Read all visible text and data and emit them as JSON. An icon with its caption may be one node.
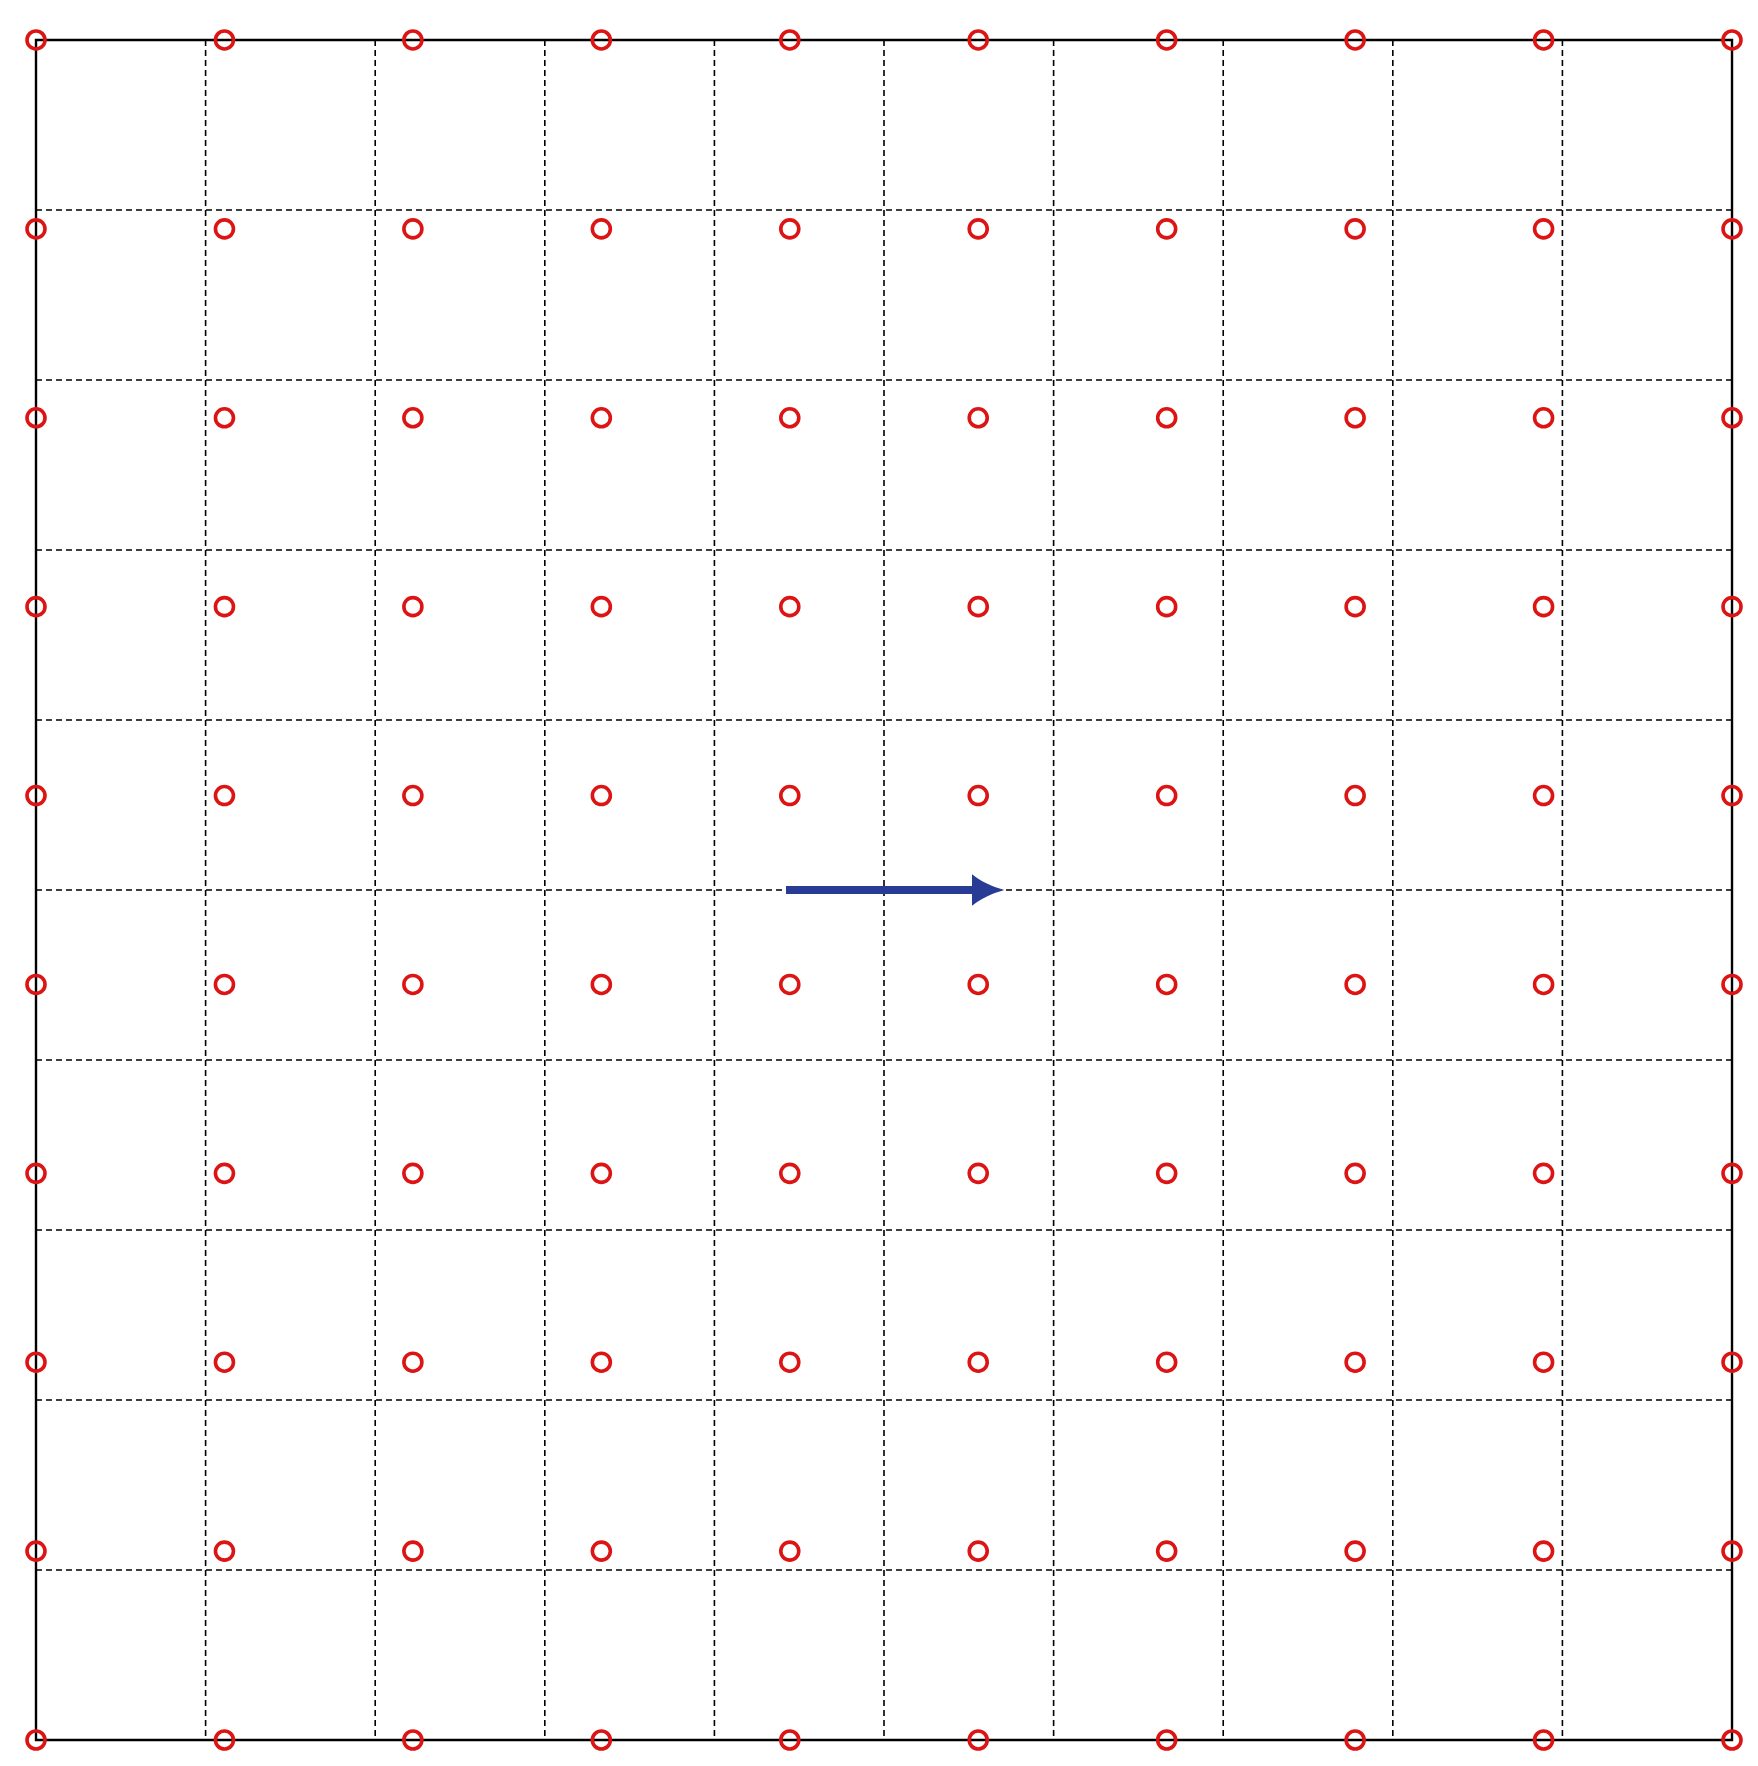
{
  "diagram": {
    "nodes": [
      {
        "text": [],
        "shape": "circle"
      },
      {
        "text": [],
        "shape": "circle"
      },
      {
        "text": [],
        "shape": "circle"
      },
      {
        "text": [],
        "shape": "circle"
      },
      {
        "text": [],
        "shape": "circle"
      },
      {
        "text": [],
        "shape": "circle"
      },
      {
        "text": [],
        "shape": "circle"
      },
      {
        "text": [],
        "shape": "circle"
      },
      {
        "text": [],
        "shape": "circle"
      },
      {
        "text": [],
        "shape": "circle"
      },
      {
        "text": [],
        "shape": "circle"
      },
      {
        "text": [],
        "shape": "circle"
      },
      {
        "text": [],
        "shape": "circle"
      },
      {
        "text": [],
        "shape": "circle"
      },
      {
        "text": [],
        "shape": "circle"
      },
      {
        "text": [],
        "shape": "circle"
      },
      {
        "text": [],
        "shape": "circle"
      },
      {
        "text": [],
        "shape": "circle"
      },
      {
        "text": [],
        "shape": "circle"
      },
      {
        "text": [],
        "shape": "circle"
      },
      {
        "text": [],
        "shape": "circle"
      },
      {
        "text": [],
        "shape": "circle"
      },
      {
        "text": [],
        "shape": "circle"
      },
      {
        "text": [],
        "shape": "circle"
      },
      {
        "text": [],
        "shape": "circle"
      },
      {
        "text": [],
        "shape": "circle"
      },
      {
        "text": [],
        "shape": "circle"
      },
      {
        "text": [],
        "shape": "circle"
      },
      {
        "text": [],
        "shape": "circle"
      },
      {
        "text": [],
        "shape": "circle"
      },
      {
        "text": [],
        "shape": "circle"
      },
      {
        "text": [],
        "shape": "circle"
      },
      {
        "text": [],
        "shape": "circle"
      },
      {
        "text": [],
        "shape": "circle"
      },
      {
        "text": [],
        "shape": "circle"
      },
      {
        "text": [],
        "shape": "circle"
      },
      {
        "text": [],
        "shape": "circle"
      },
      {
        "text": [],
        "shape": "circle"
      },
      {
        "text": [],
        "shape": "circle"
      },
      {
        "text": [],
        "shape": "circle"
      },
      {
        "text": [],
        "shape": "circle"
      },
      {
        "text": [],
        "shape": "circle"
      },
      {
        "text": [],
        "shape": "circle"
      },
      {
        "text": [],
        "shape": "circle"
      },
      {
        "text": [],
        "shape": "circle"
      },
      {
        "text": [],
        "shape": "circle"
      },
      {
        "text": [],
        "shape": "circle"
      },
      {
        "text": [],
        "shape": "circle"
      },
      {
        "text": [],
        "shape": "circle"
      },
      {
        "text": [],
        "shape": "circle"
      },
      {
        "text": [],
        "shape": "circle"
      },
      {
        "text": [],
        "shape": "circle"
      },
      {
        "text": [],
        "shape": "circle"
      },
      {
        "text": [],
        "shape": "circle"
      },
      {
        "text": [],
        "shape": "circle"
      },
      {
        "text": [],
        "shape": "circle"
      },
      {
        "text": [],
        "shape": "circle"
      },
      {
        "text": [],
        "shape": "circle"
      },
      {
        "text": [],
        "shape": "circle"
      },
      {
        "text": [],
        "shape": "circle"
      },
      {
        "text": [],
        "shape": "circle"
      },
      {
        "text": [],
        "shape": "circle"
      },
      {
        "text": [],
        "shape": "circle"
      },
      {
        "text": [],
        "shape": "circle"
      },
      {
        "text": [],
        "shape": "circle"
      },
      {
        "text": [],
        "shape": "circle"
      },
      {
        "text": [],
        "shape": "circle"
      },
      {
        "text": [],
        "shape": "circle"
      },
      {
        "text": [],
        "shape": "circle"
      },
      {
        "text": [],
        "shape": "circle"
      },
      {
        "text": [],
        "shape": "circle"
      },
      {
        "text": [],
        "shape": "circle"
      },
      {
        "text": [],
        "shape": "circle"
      },
      {
        "text": [],
        "shape": "circle"
      },
      {
        "text": [],
        "shape": "circle"
      },
      {
        "text": [],
        "shape": "circle"
      },
      {
        "text": [],
        "shape": "circle"
      },
      {
        "text": [],
        "shape": "circle"
      },
      {
        "text": [],
        "shape": "circle"
      },
      {
        "text": [],
        "shape": "circle"
      },
      {
        "text": [],
        "shape": "circle"
      },
      {
        "text": [],
        "shape": "circle"
      },
      {
        "text": [],
        "shape": "circle"
      },
      {
        "text": [],
        "shape": "circle"
      },
      {
        "text": [],
        "shape": "circle"
      },
      {
        "text": [],
        "shape": "circle"
      },
      {
        "text": [],
        "shape": "circle"
      },
      {
        "text": [],
        "shape": "circle"
      },
      {
        "text": [],
        "shape": "circle"
      },
      {
        "text": [],
        "shape": "circle"
      },
      {
        "text": [],
        "shape": "circle"
      },
      {
        "text": [],
        "shape": "circle"
      },
      {
        "text": [],
        "shape": "circle"
      },
      {
        "text": [],
        "shape": "circle"
      },
      {
        "text": [],
        "shape": "circle"
      },
      {
        "text": [],
        "shape": "circle"
      },
      {
        "text": [],
        "shape": "circle"
      },
      {
        "text": [],
        "shape": "circle"
      },
      {
        "text": [],
        "shape": "circle"
      },
      {
        "text": [],
        "shape": "circle"
      }
    ]
  }
}
